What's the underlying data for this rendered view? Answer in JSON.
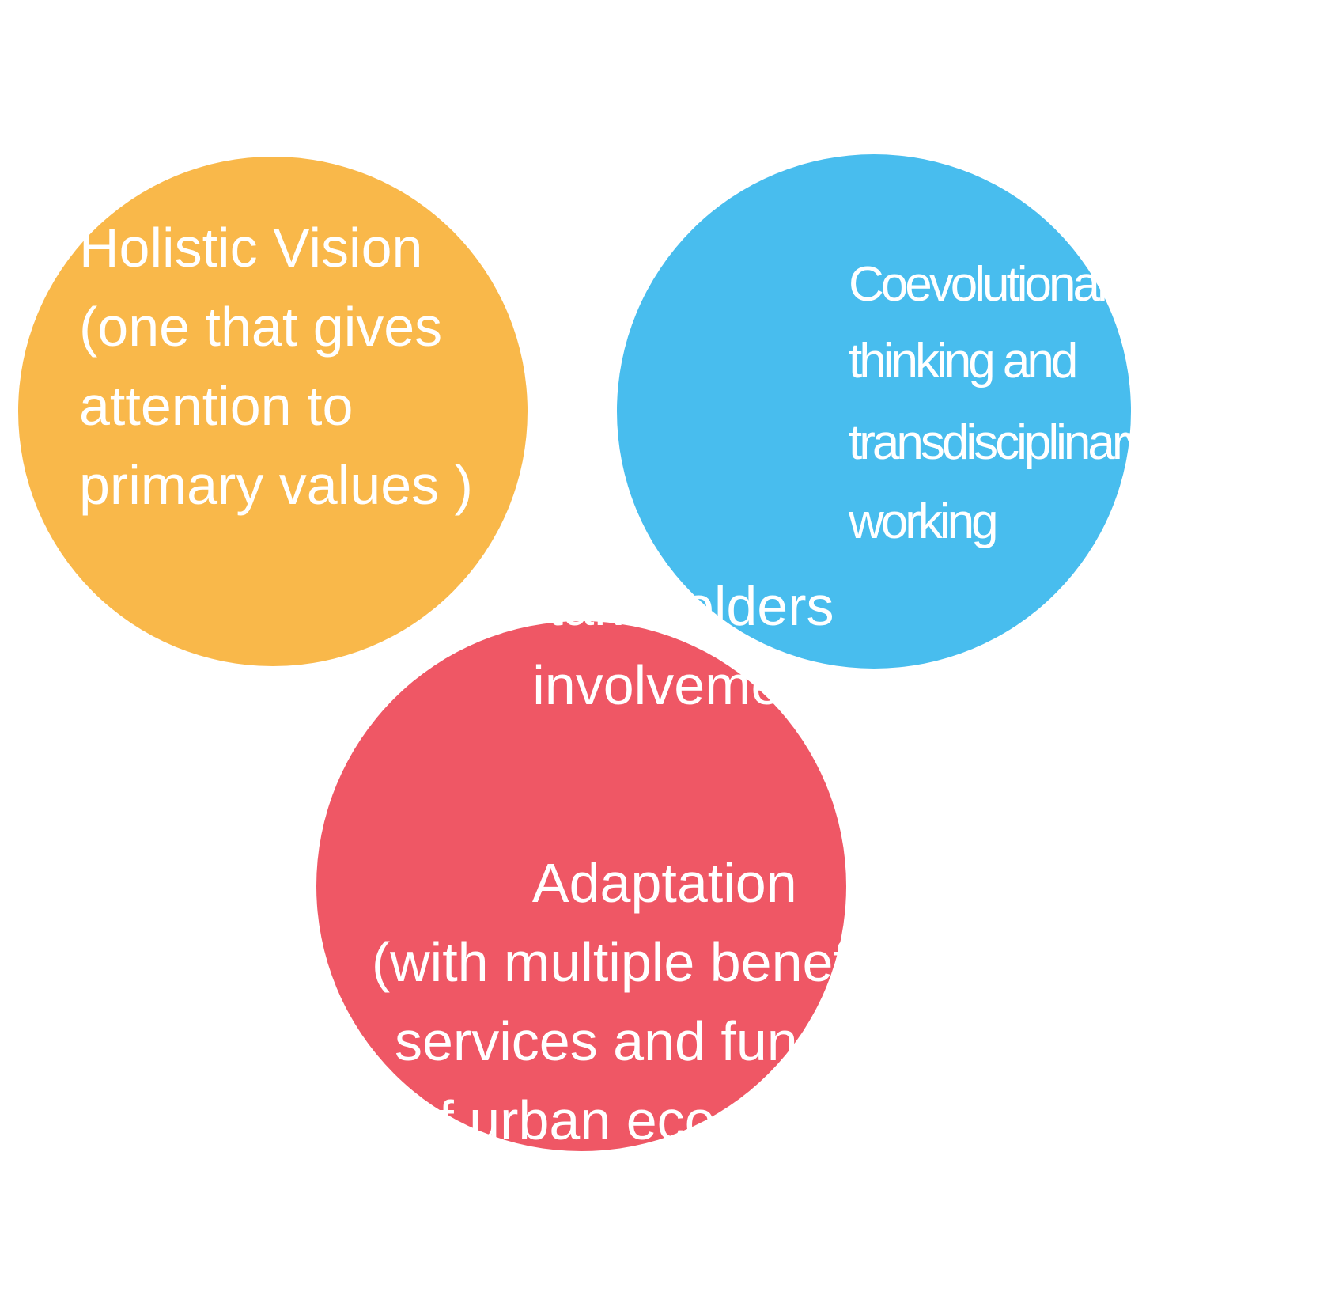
{
  "diagram": {
    "type": "venn",
    "circles": {
      "holistic": {
        "color": "#F9B84A",
        "lines": [
          "Holistic Vision",
          "(one that gives",
          "attention to",
          "primary values )"
        ]
      },
      "coevolutionary": {
        "color": "#48BDEE",
        "lines": [
          "Coevolutionary",
          "thinking and",
          "transdisciplinary",
          "working"
        ]
      },
      "adaptation": {
        "color": "#EF5765",
        "lines": [
          "Adaptation",
          "(with multiple benefits to",
          "services and functions",
          "of urban ecosystems)"
        ]
      }
    },
    "overlaps": {
      "holistic_coevolutionary": {
        "color": "#1BAFBA"
      },
      "holistic_adaptation": {
        "color": "#EE5731"
      },
      "coevolutionary_adaptation": {
        "color": "#CB6356"
      },
      "center": {
        "color": "#CB5B43"
      }
    },
    "center_label": {
      "lines": [
        "Stakeholders",
        "involvement"
      ]
    }
  }
}
